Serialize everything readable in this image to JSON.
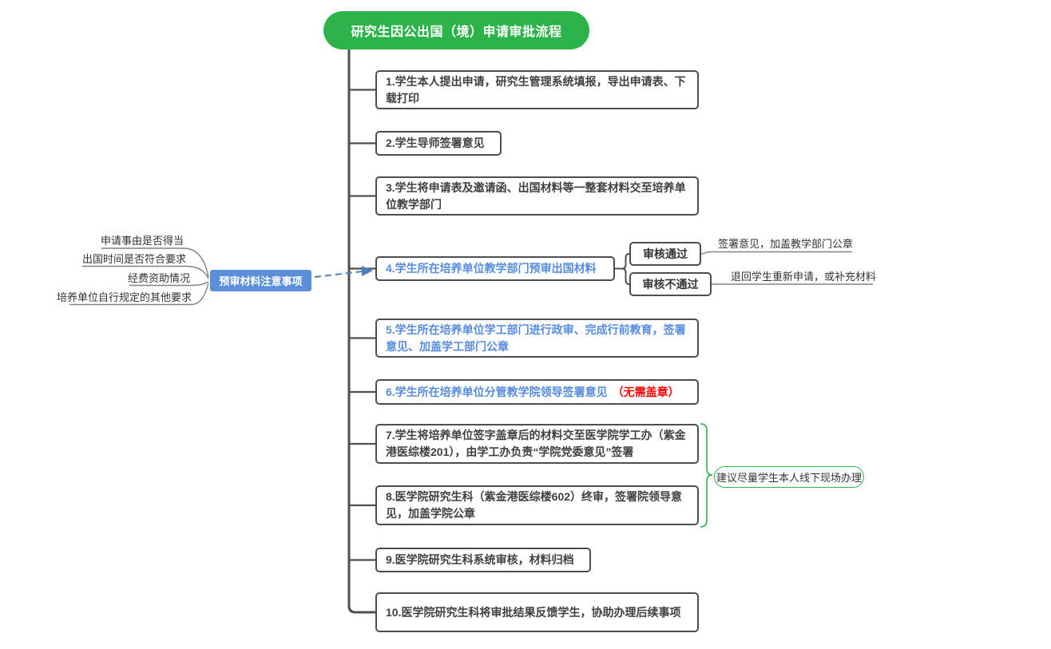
{
  "title": "研究生因公出国（境）申请审批流程",
  "steps": [
    {
      "text": "1.学生本人提出申请，研究生管理系统填报，导出申请表、下载打印"
    },
    {
      "text": "2.学生导师签署意见"
    },
    {
      "text": "3.学生将申请表及邀请函、出国材料等一整套材料交至培养单位教学部门"
    },
    {
      "text": "4.学生所在培养单位教学部门预审出国材料"
    },
    {
      "text": "5.学生所在培养单位学工部门进行政审、完成行前教育，签署意见、加盖学工部门公章"
    },
    {
      "text": "6.学生所在培养单位分管教学院领导签署意见",
      "note": "（无需盖章）"
    },
    {
      "text": "7.学生将培养单位签字盖章后的材料交至医学院学工办（紫金港医综楼201），由学工办负责“学院党委意见”签署"
    },
    {
      "text": "8.医学院研究生科（紫金港医综楼602）终审，签署院领导意见，加盖学院公章"
    },
    {
      "text": "9.医学院研究生科系统审核，材料归档"
    },
    {
      "text": "10.医学院研究生科将审批结果反馈学生，协助办理后续事项"
    }
  ],
  "precheck": {
    "label": "预审材料注意事项",
    "items": [
      "申请事由是否得当",
      "出国时间是否符合要求",
      "经费资助情况",
      "培养单位自行规定的其他要求"
    ]
  },
  "review": {
    "pass_label": "审核通过",
    "pass_result": "签署意见，加盖教学部门公章",
    "fail_label": "审核不通过",
    "fail_result": "退回学生重新申请，或补充材料"
  },
  "advice_label": "建议尽量学生本人线下现场办理",
  "colors": {
    "green": "#2cb34a",
    "blue_text": "#568ce0",
    "blue_fill": "#5b8fd9",
    "red": "#ff0000",
    "box_border": "#4d4d4d",
    "line": "#4f4f4f",
    "thin_line": "#828282",
    "arrow_blue": "#4a7ec0",
    "text_dark": "#404040"
  }
}
